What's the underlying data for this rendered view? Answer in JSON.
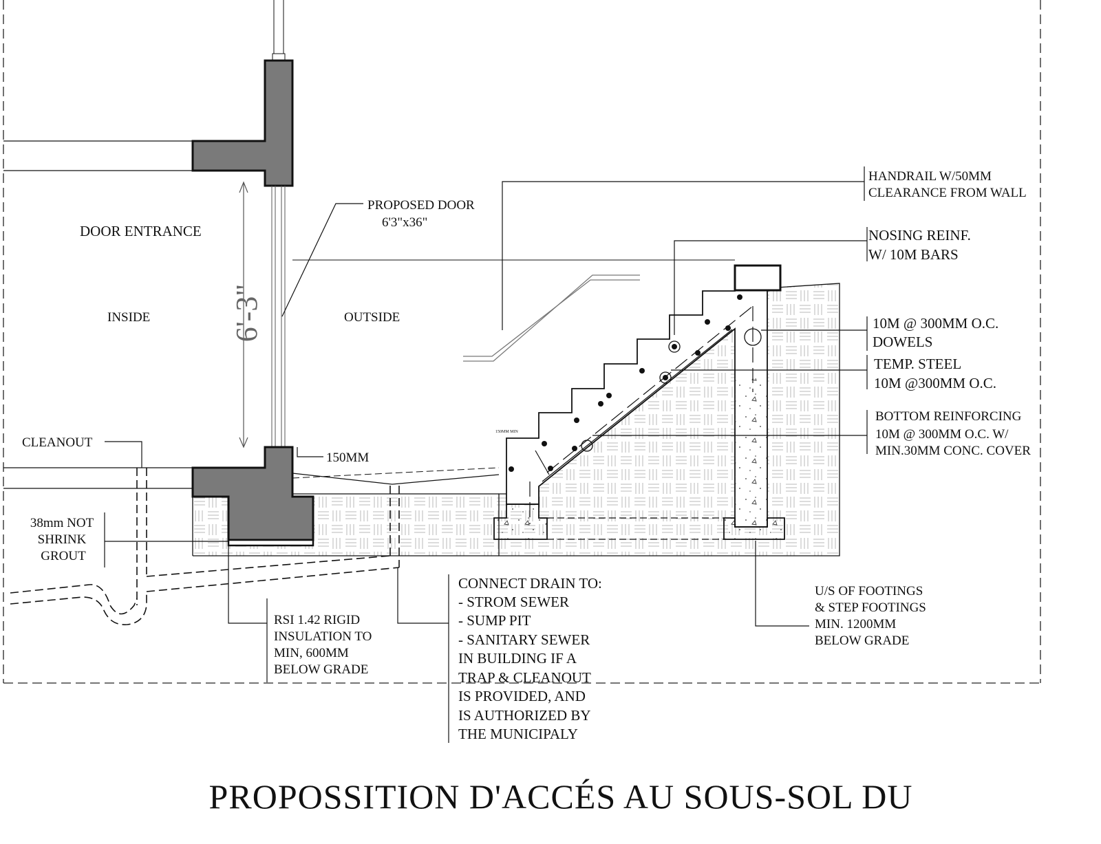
{
  "drawing": {
    "title": "PROPOSSITION D'ACCÉS AU SOUS-SOL DU",
    "dimension_height": "6'-3\"",
    "labels": {
      "door_entrance": "DOOR ENTRANCE",
      "inside": "INSIDE",
      "outside": "OUTSIDE",
      "proposed_door": [
        "PROPOSED DOOR",
        "6'3\"x36\""
      ],
      "cleanout": "CLEANOUT",
      "dim_150mm": "150MM",
      "min_150mm": "150MM MIN",
      "grout": [
        "38mm NOT",
        "SHRINK",
        "GROUT"
      ],
      "insulation": [
        "RSI 1.42 RIGID",
        "INSULATION TO",
        "MIN, 600MM",
        "BELOW GRADE"
      ],
      "connect_drain": [
        "CONNECT DRAIN TO:",
        "- STROM SEWER",
        "- SUMP PIT",
        "- SANITARY SEWER",
        "IN BUILDING IF A",
        "TRAP & CLEANOUT",
        "IS PROVIDED, AND",
        "IS AUTHORIZED BY",
        "THE MUNICIPALY"
      ],
      "footings": [
        "U/S OF FOOTINGS",
        "& STEP FOOTINGS",
        "MIN. 1200MM",
        "BELOW GRADE"
      ],
      "handrail": [
        "HANDRAIL W/50MM",
        "CLEARANCE FROM WALL"
      ],
      "nosing": [
        "NOSING REINF.",
        "W/ 10M BARS"
      ],
      "dowels": [
        "10M @ 300MM O.C.",
        "DOWELS"
      ],
      "temp_steel": [
        "TEMP. STEEL",
        "10M @300MM O.C."
      ],
      "bottom_reinf": [
        "BOTTOM REINFORCING",
        "10M @ 300MM O.C. W/",
        "MIN.30MM CONC. COVER"
      ]
    },
    "colors": {
      "wall_fill": "#7a7a7a",
      "hatch": "#bdbdbd",
      "line": "#111111"
    }
  }
}
